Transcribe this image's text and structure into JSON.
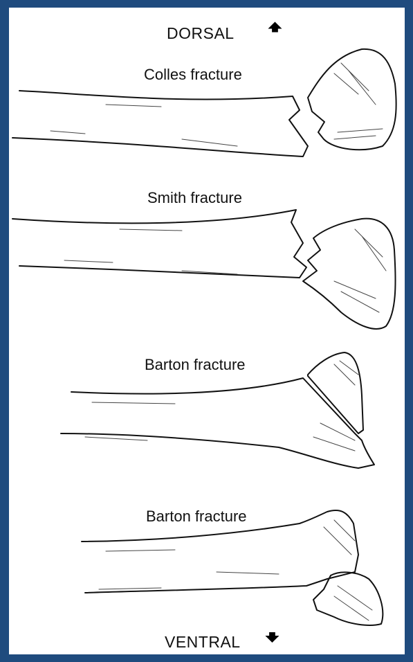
{
  "diagram": {
    "top_direction": "DORSAL",
    "bottom_direction": "VENTRAL",
    "up_arrow_icon": "arrow-up-icon",
    "down_arrow_icon": "arrow-down-icon",
    "panels": [
      {
        "label": "Colles fracture"
      },
      {
        "label": "Smith fracture"
      },
      {
        "label": "Barton fracture"
      },
      {
        "label": "Barton fracture"
      }
    ]
  },
  "colors": {
    "background": "#1f4b7e",
    "panel": "#ffffff",
    "ink": "#111111"
  }
}
